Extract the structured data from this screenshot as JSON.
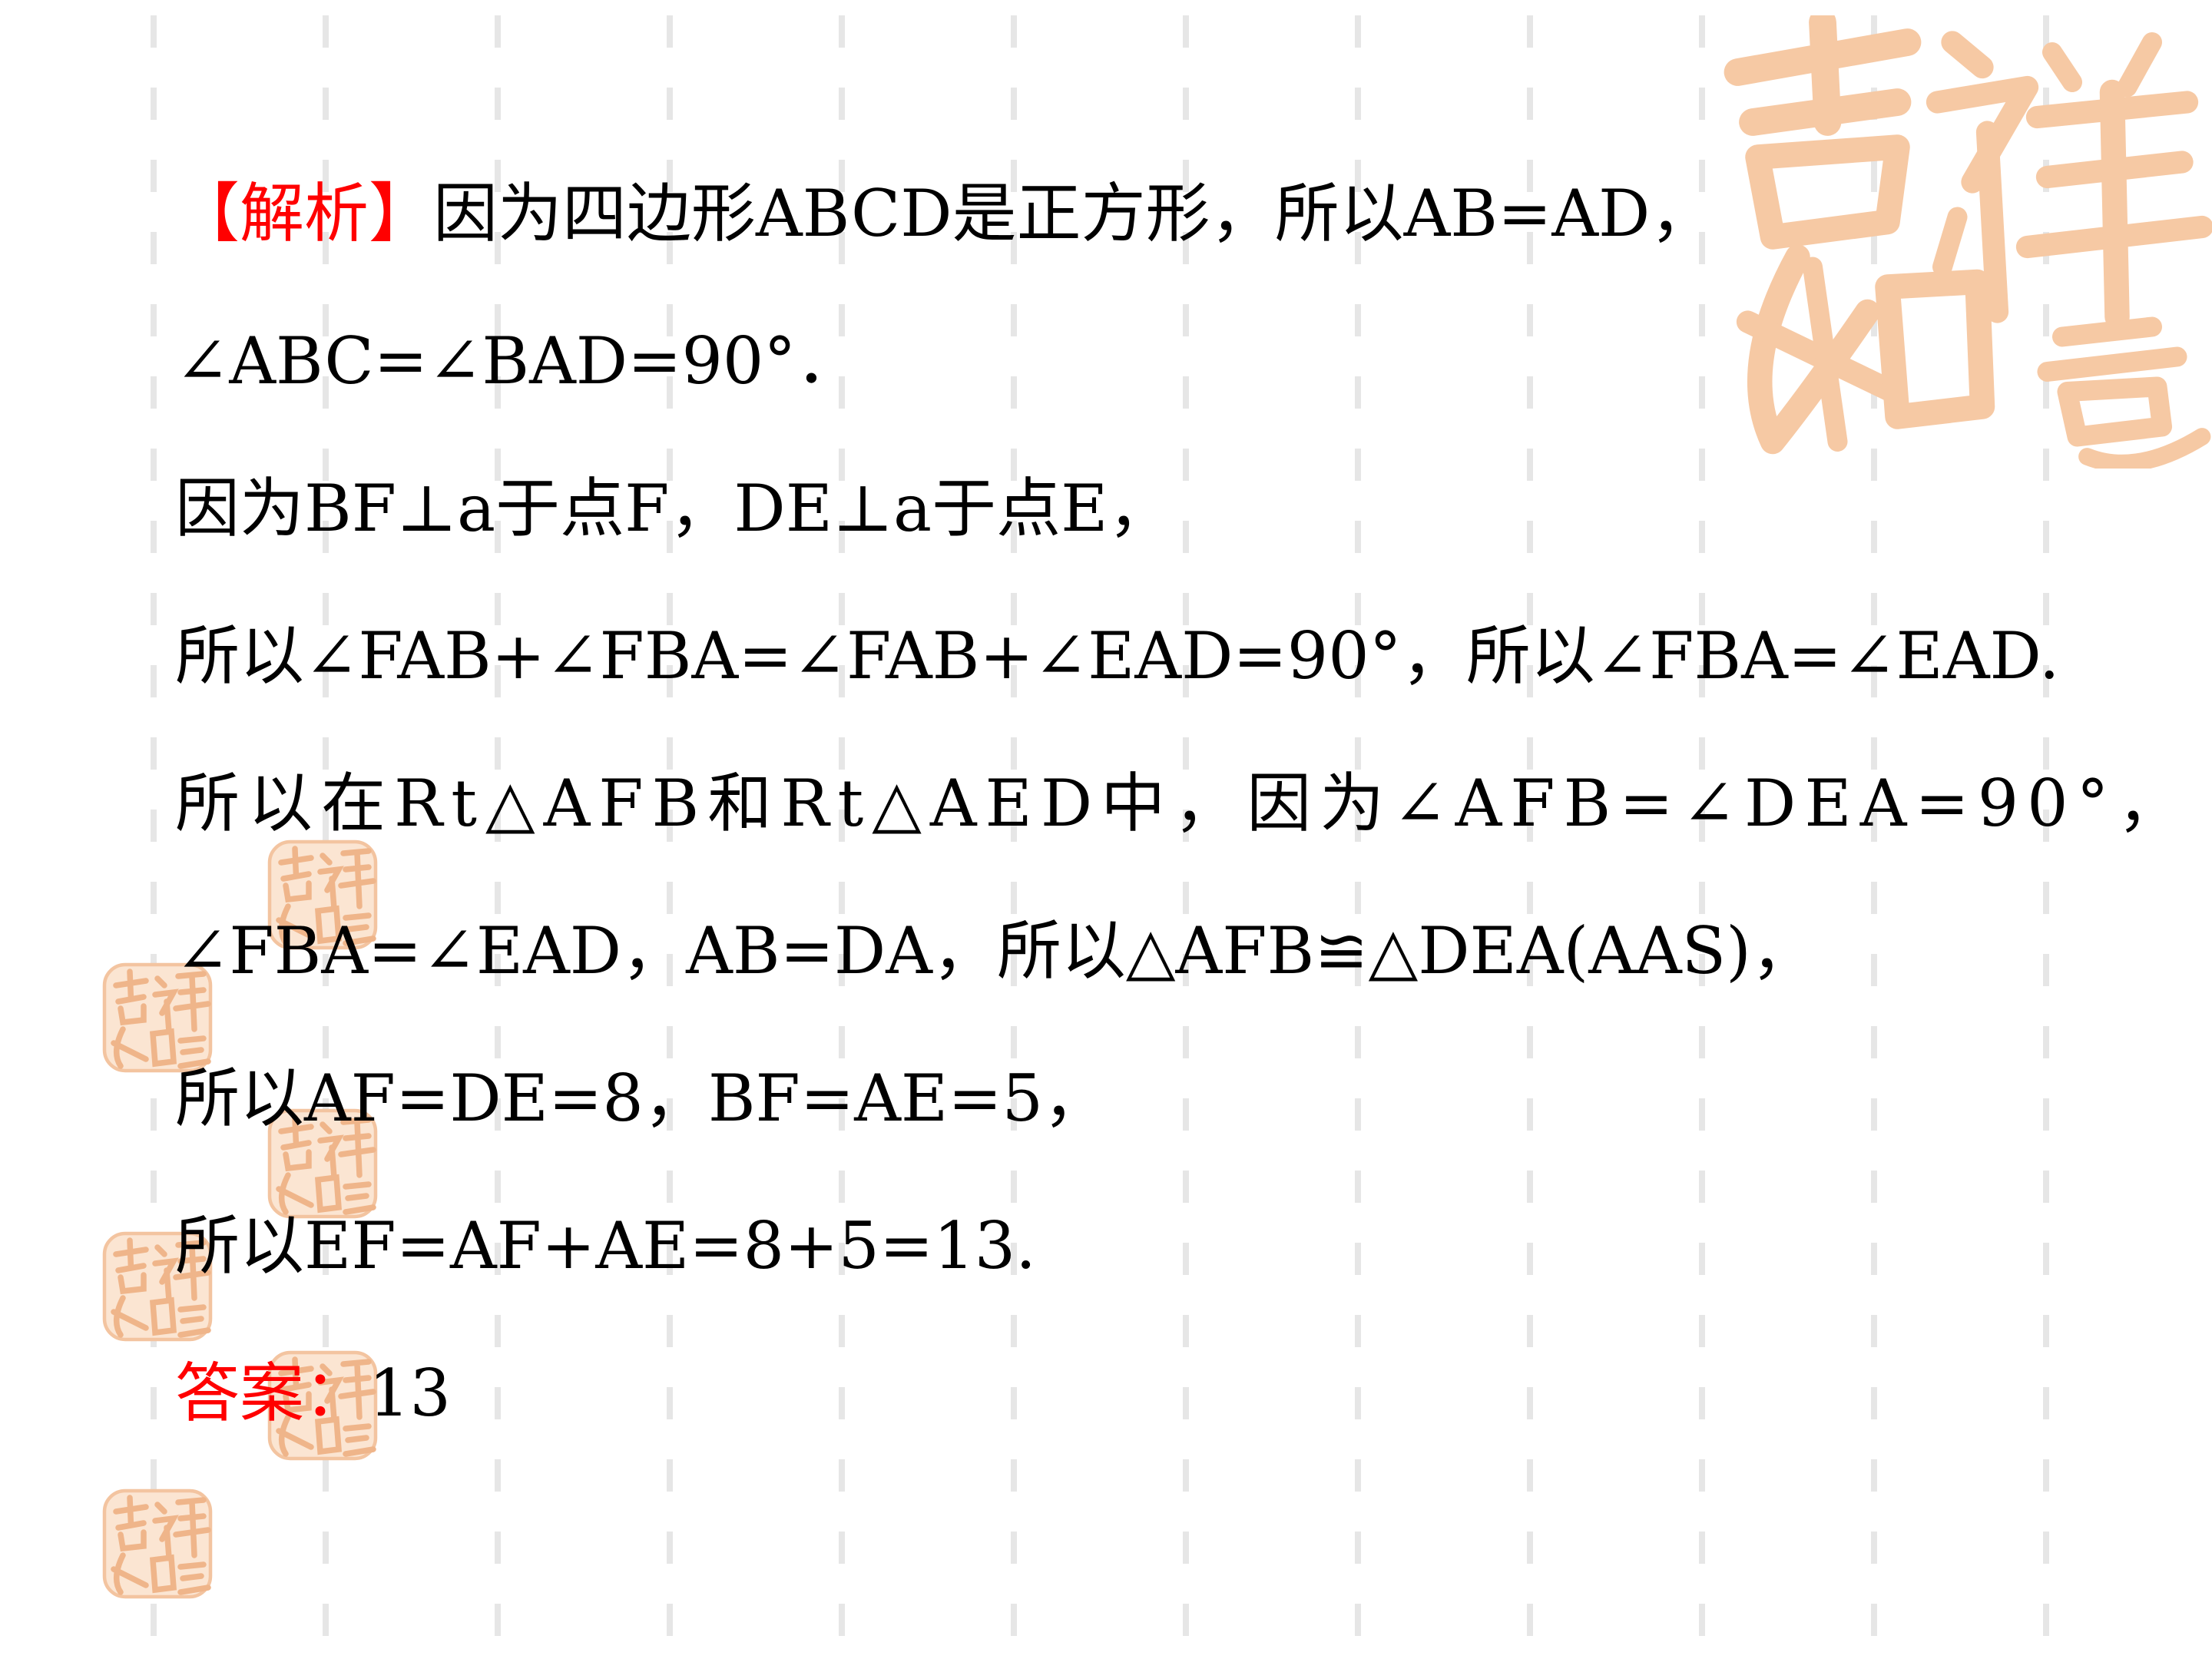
{
  "colors": {
    "background": "#ffffff",
    "text": "#000000",
    "accent_red": "#ff0000",
    "grid_dash": "#e6e6e6",
    "seal_orange": "#f6c9a4"
  },
  "icons": {
    "seal": "auspicious-seal-icon"
  },
  "content": {
    "heading_label": "【解析】",
    "line1": "因为四边形ABCD是正方形，所以AB=AD，",
    "line2": "∠ABC=∠BAD=90°．",
    "line3": "因为BF⊥a于点F，DE⊥a于点E，",
    "line4": "所以∠FAB+∠FBA=∠FAB+∠EAD=90°，所以∠FBA=∠EAD.",
    "line5": "所以在Rt△AFB和Rt△AED中，因为∠AFB=∠DEA=90°，",
    "line6": "∠FBA=∠EAD，AB=DA，所以△AFB≌△DEA(AAS)，",
    "line7": "所以AF=DE=8，BF=AE=5，",
    "line8": "所以EF=AF+AE=8+5=13.",
    "answer_label": "答案：",
    "answer_value": "13"
  }
}
